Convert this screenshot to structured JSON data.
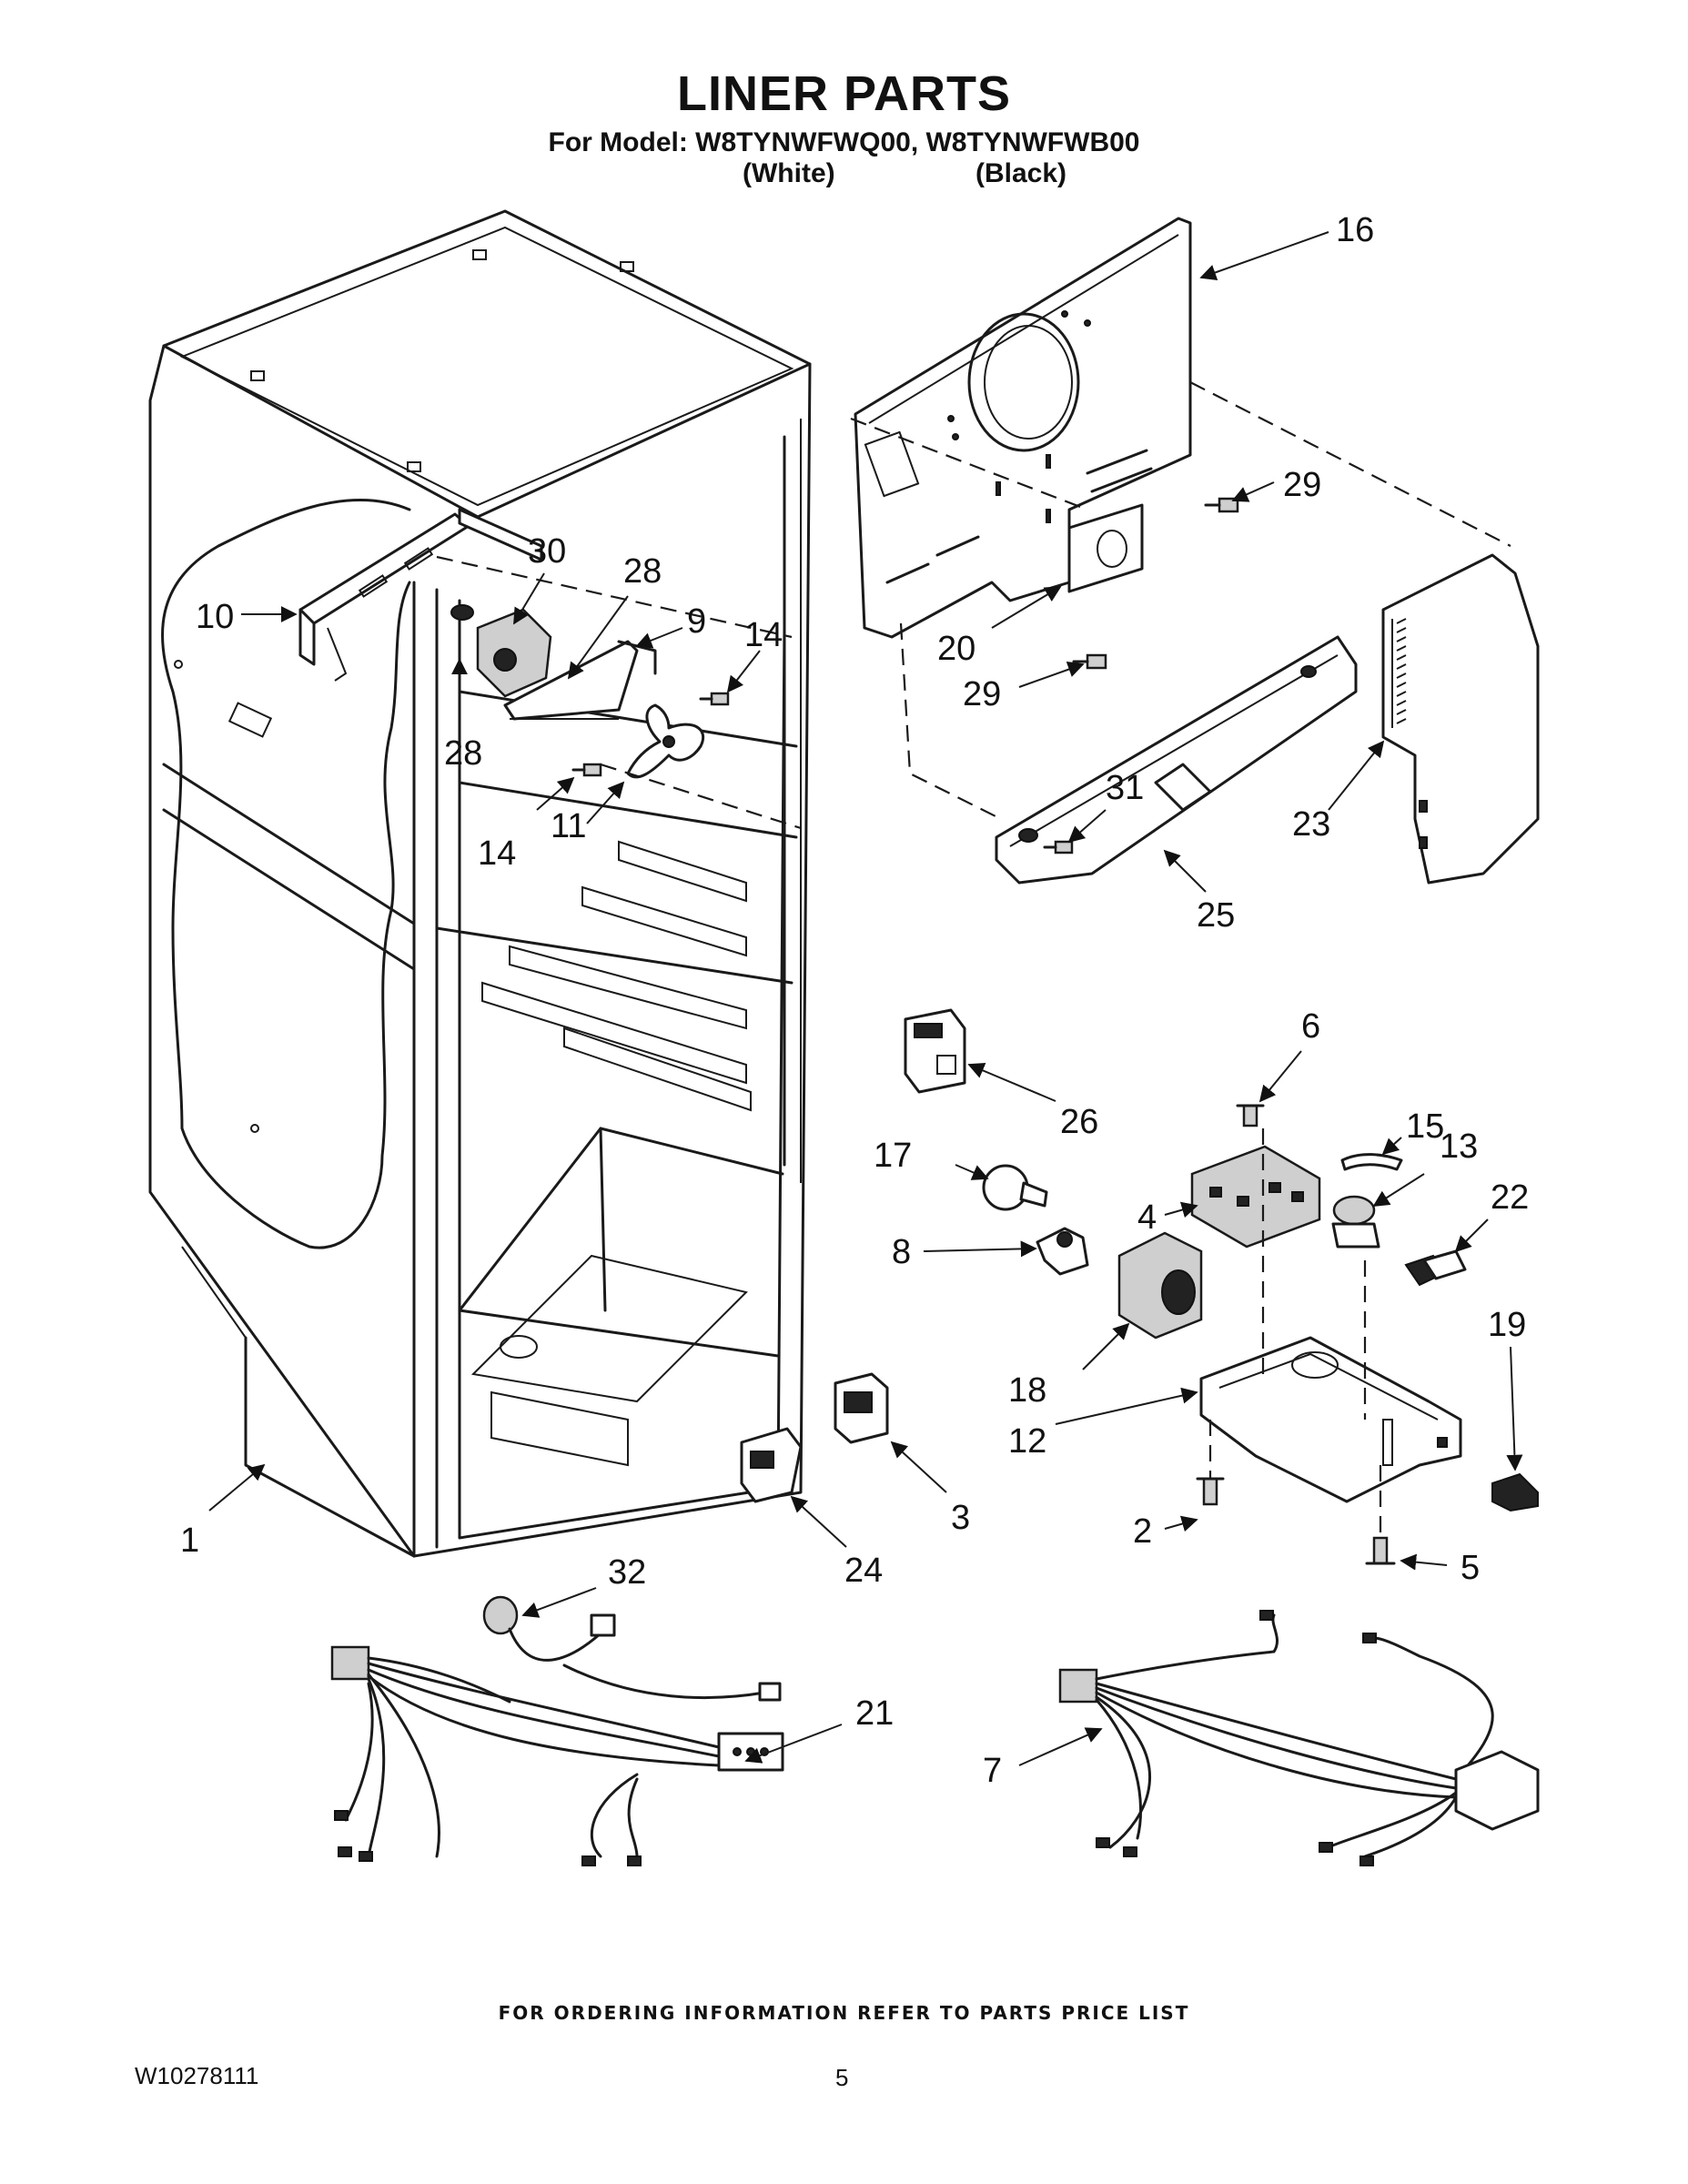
{
  "page": {
    "title": "LINER PARTS",
    "subtitle": "For Model: W8TYNWFWQ00, W8TYNWFWB00",
    "variants": [
      "(White)",
      "(Black)"
    ],
    "footer_note": "FOR ORDERING INFORMATION REFER TO PARTS PRICE LIST",
    "doc_number": "W10278111",
    "page_number": "5"
  },
  "callouts": [
    "16",
    "29",
    "30",
    "28",
    "10",
    "9",
    "14",
    "20",
    "29",
    "28",
    "31",
    "23",
    "14",
    "11",
    "25",
    "6",
    "26",
    "15",
    "17",
    "13",
    "4",
    "22",
    "8",
    "18",
    "19",
    "12",
    "3",
    "24",
    "2",
    "5",
    "1",
    "32",
    "21",
    "7"
  ]
}
